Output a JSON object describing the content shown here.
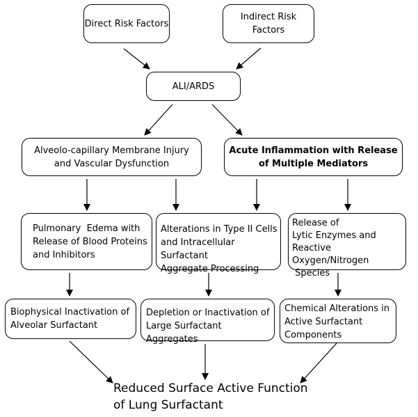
{
  "nodes": {
    "direct": "Direct Risk Factors",
    "indirect": "Indirect Risk Factors",
    "ali": "ALI/ARDS",
    "membrane": [
      "Alveolo-capillary Membrane Injury",
      "and Vascular Dysfunction"
    ],
    "inflammation": [
      "Acute Inflammation with Release",
      "of Multiple Mediators"
    ],
    "edema": [
      "Pulmonary  Edema with",
      "Release of Blood Proteins",
      "and Inhibitors"
    ],
    "type2": [
      "Alterations in Type II Cells",
      "and Intracellular Surfactant",
      "Aggregate Processing"
    ],
    "lytic": [
      "Release of",
      "Lytic Enzymes and",
      "Reactive Oxygen/Nitrogen",
      " Species"
    ],
    "biophysical": [
      "Biophysical Inactivation of",
      "Alveolar Surfactant"
    ],
    "depletion": [
      "Depletion or Inactivation of",
      "Large Surfactant Aggregates"
    ],
    "chemical": [
      "Chemical Alterations in",
      "Active Surfactant",
      "Components"
    ],
    "final": [
      "Reduced Surface Active Function",
      "of Lung Surfactant"
    ]
  }
}
